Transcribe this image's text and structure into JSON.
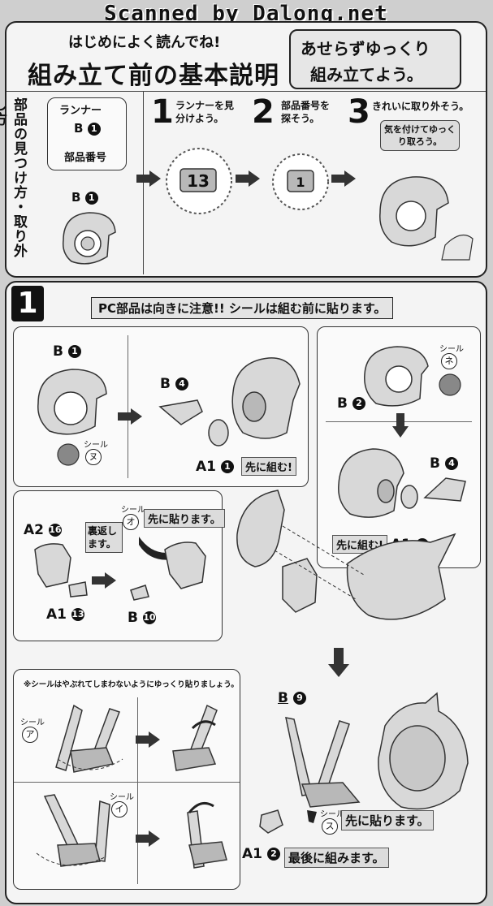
{
  "watermark": "Scanned by Dalong.net",
  "header": {
    "subtitle": "はじめによく読んでね!",
    "title": "組み立て前の基本説明",
    "note_line1": "あせらずゆっくり",
    "note_line2": "組み立てよう。"
  },
  "basics": {
    "side_title": "部品の見つけ方・取り外し方",
    "runner_label": "ランナー",
    "runner_letter": "B",
    "runner_num": "1",
    "part_number_label": "部品番号",
    "example_letter": "B",
    "example_num": "1",
    "steps": [
      {
        "num": "1",
        "text": "ランナーを見分けよう。",
        "tag": "13"
      },
      {
        "num": "2",
        "text": "部品番号を探そう。",
        "tag": "1"
      },
      {
        "num": "3",
        "text": "きれいに取り外そう。",
        "tip": "気を付けてゆっくり取ろう。"
      }
    ]
  },
  "step1": {
    "number": "1",
    "banner": "PC部品は向きに注意!! シールは組む前に貼ります。",
    "sub_a": {
      "part_b1_letter": "B",
      "part_b1_num": "1",
      "seal_label": "シール",
      "seal_char": "ヌ",
      "part_b4_letter": "B",
      "part_b4_num": "4",
      "part_a1_letter": "A1",
      "part_a1_num": "1",
      "note": "先に組む!"
    },
    "sub_b": {
      "seal_label": "シール",
      "seal_char": "ネ",
      "part_b2_letter": "B",
      "part_b2_num": "2",
      "part_b4_letter": "B",
      "part_b4_num": "4",
      "part_a1_letter": "A1",
      "part_a1_num": "1",
      "note": "先に組む!"
    },
    "sub_c": {
      "part_a2_letter": "A2",
      "part_a2_num": "16",
      "flip_note": "裏返します。",
      "seal_label": "シール",
      "seal_char": "オ",
      "seal_note": "先に貼ります。",
      "part_a1_letter": "A1",
      "part_a1_num": "13",
      "part_b10_letter": "B",
      "part_b10_num": "10"
    }
  },
  "step2": {
    "caution": "※シールはやぶれてしまわないようにゆっくり貼りましょう。",
    "seal_a_label": "シール",
    "seal_a_char": "ア",
    "seal_i_label": "シール",
    "seal_i_char": "イ",
    "part_b9_letter": "B",
    "part_b9_num": "9",
    "seal_su_label": "シール",
    "seal_su_char": "ス",
    "seal_note": "先に貼ります。",
    "part_a1_letter": "A1",
    "part_a1_num": "2",
    "final_note": "最後に組みます。"
  }
}
